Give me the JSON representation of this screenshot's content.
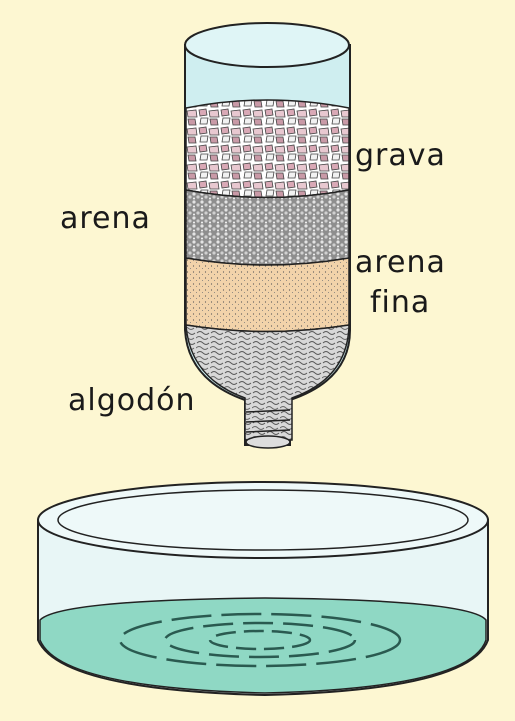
{
  "labels": {
    "grava": "grava",
    "arena": "arena",
    "arena_fina_line1": "arena",
    "arena_fina_line2": "fina",
    "algodon": "algodón"
  },
  "colors": {
    "background": "#fdf7d2",
    "bottle_glass": "#cfeef0",
    "gravel_pink": "#d9a9b6",
    "sand_gray": "#9a9a9a",
    "fine_sand": "#f2d3aa",
    "cotton": "#cfcfcf",
    "water": "#8fd8c4",
    "arrow": "#eaf0b4"
  }
}
